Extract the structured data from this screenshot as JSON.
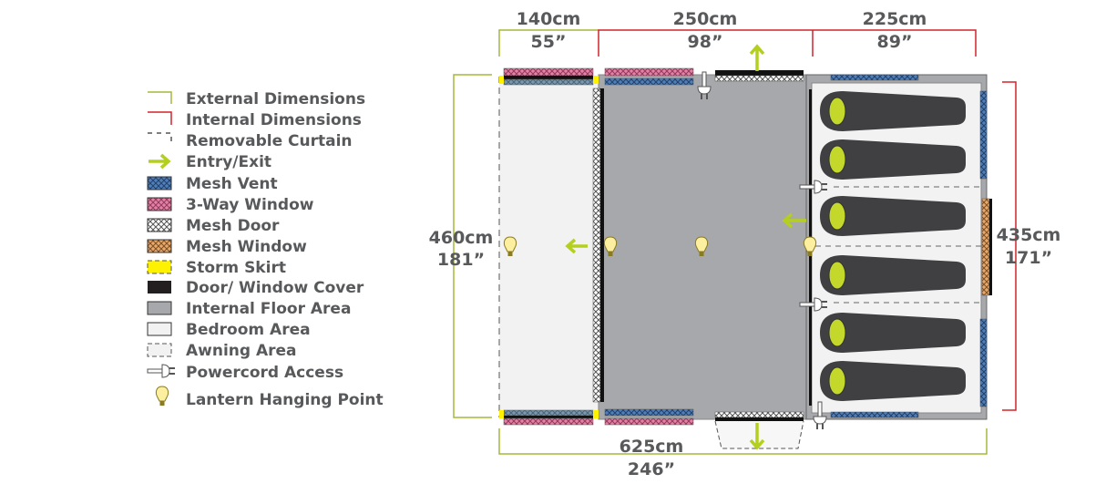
{
  "legend": {
    "items": [
      {
        "label": "External Dimensions",
        "icon": "green-bracket"
      },
      {
        "label": "Internal Dimensions",
        "icon": "red-bracket"
      },
      {
        "label": "Removable Curtain",
        "icon": "dashed-line"
      },
      {
        "label": "Entry/Exit",
        "icon": "green-arrow"
      },
      {
        "label": "Mesh Vent",
        "icon": "blue-mesh"
      },
      {
        "label": "3-Way Window",
        "icon": "pink-mesh"
      },
      {
        "label": "Mesh Door",
        "icon": "white-mesh"
      },
      {
        "label": "Mesh Window",
        "icon": "orange-mesh"
      },
      {
        "label": "Storm Skirt",
        "icon": "yellow-swatch"
      },
      {
        "label": "Door/ Window Cover",
        "icon": "black-swatch"
      },
      {
        "label": "Internal Floor Area",
        "icon": "grey-swatch"
      },
      {
        "label": "Bedroom Area",
        "icon": "light-swatch"
      },
      {
        "label": "Awning Area",
        "icon": "dashed-swatch"
      },
      {
        "label": "Powercord Access",
        "icon": "plug"
      },
      {
        "label": "Lantern Hanging Point",
        "icon": "bulb"
      }
    ]
  },
  "dimensions": {
    "awning_width": {
      "cm": "140cm",
      "in": "55”"
    },
    "living_width": {
      "cm": "250cm",
      "in": "98”"
    },
    "bedroom_width": {
      "cm": "225cm",
      "in": "89”"
    },
    "external_depth": {
      "cm": "460cm",
      "in": "181”"
    },
    "internal_depth": {
      "cm": "435cm",
      "in": "171”"
    },
    "total_length": {
      "cm": "625cm",
      "in": "246”"
    }
  },
  "colors": {
    "external": "#a5b83a",
    "internal": "#d2232a",
    "entry": "#b5cf1f",
    "floor": "#a7a8ab",
    "bedroom": "#f2f2f2",
    "sleeping_bag": "#404042",
    "storm_skirt": "#fff200",
    "text": "#58595b"
  }
}
